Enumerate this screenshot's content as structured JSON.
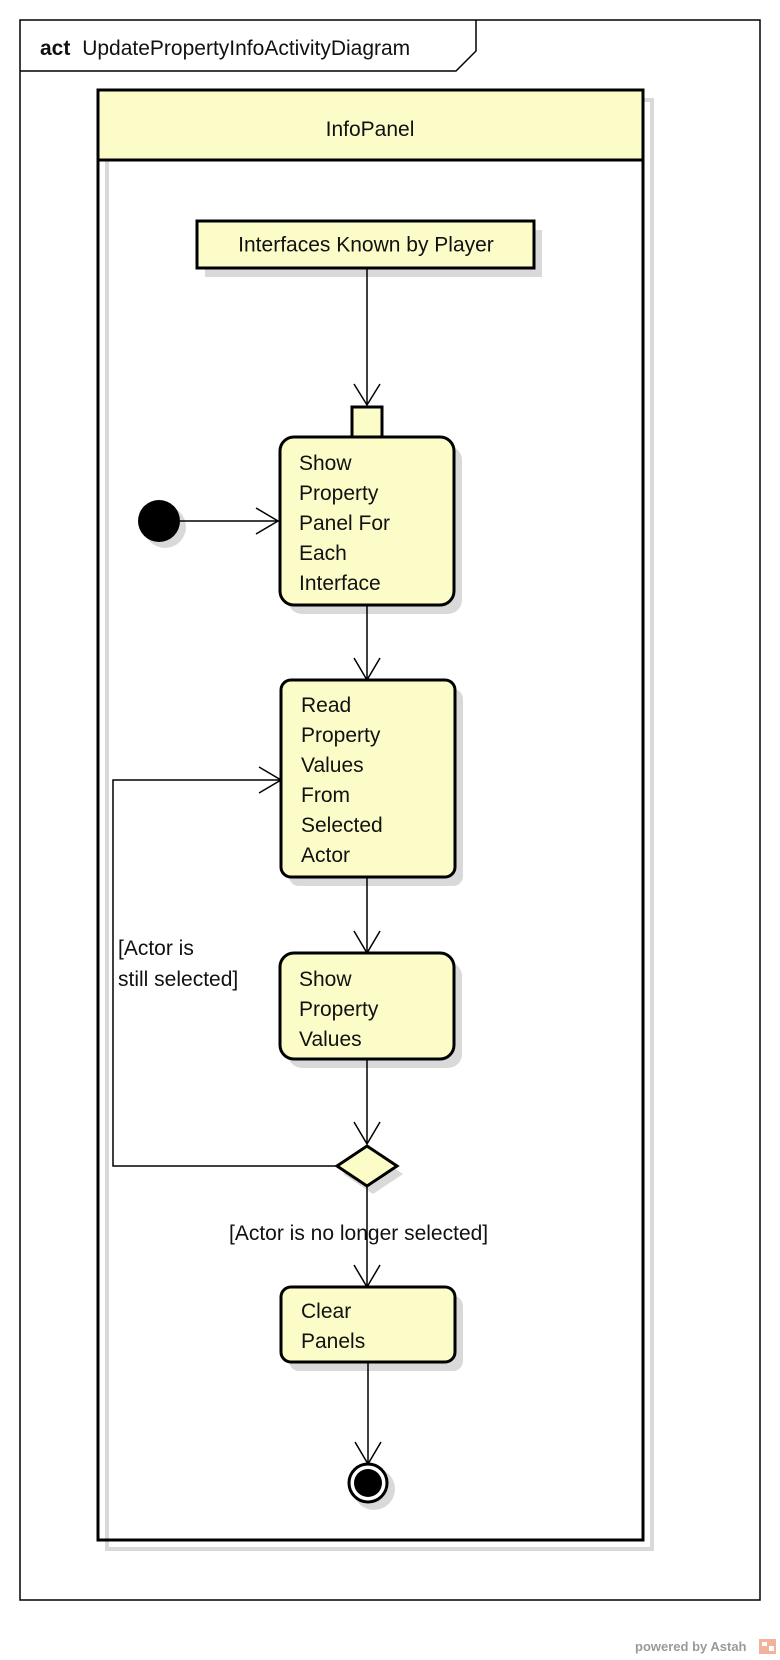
{
  "diagram": {
    "frame_keyword": "act",
    "frame_name": "UpdatePropertyInfoActivityDiagram",
    "partition": "InfoPanel",
    "object_node": "Interfaces Known by Player",
    "actions": {
      "show_panel": [
        "Show",
        "Property",
        "Panel For",
        "Each",
        "Interface"
      ],
      "read_values": [
        "Read",
        "Property",
        "Values",
        "From",
        "Selected",
        "Actor"
      ],
      "show_values": [
        "Show",
        "Property",
        "Values"
      ],
      "clear_panels": [
        "Clear",
        "Panels"
      ]
    },
    "guards": {
      "loop": [
        "[Actor is",
        "still selected]"
      ],
      "exit": "[Actor is no longer selected]"
    },
    "watermark": "powered by Astah"
  },
  "colors": {
    "node_fill": "#fcfcc8",
    "stroke": "#000000",
    "shadow": "#d9d9d9",
    "background": "#ffffff"
  }
}
